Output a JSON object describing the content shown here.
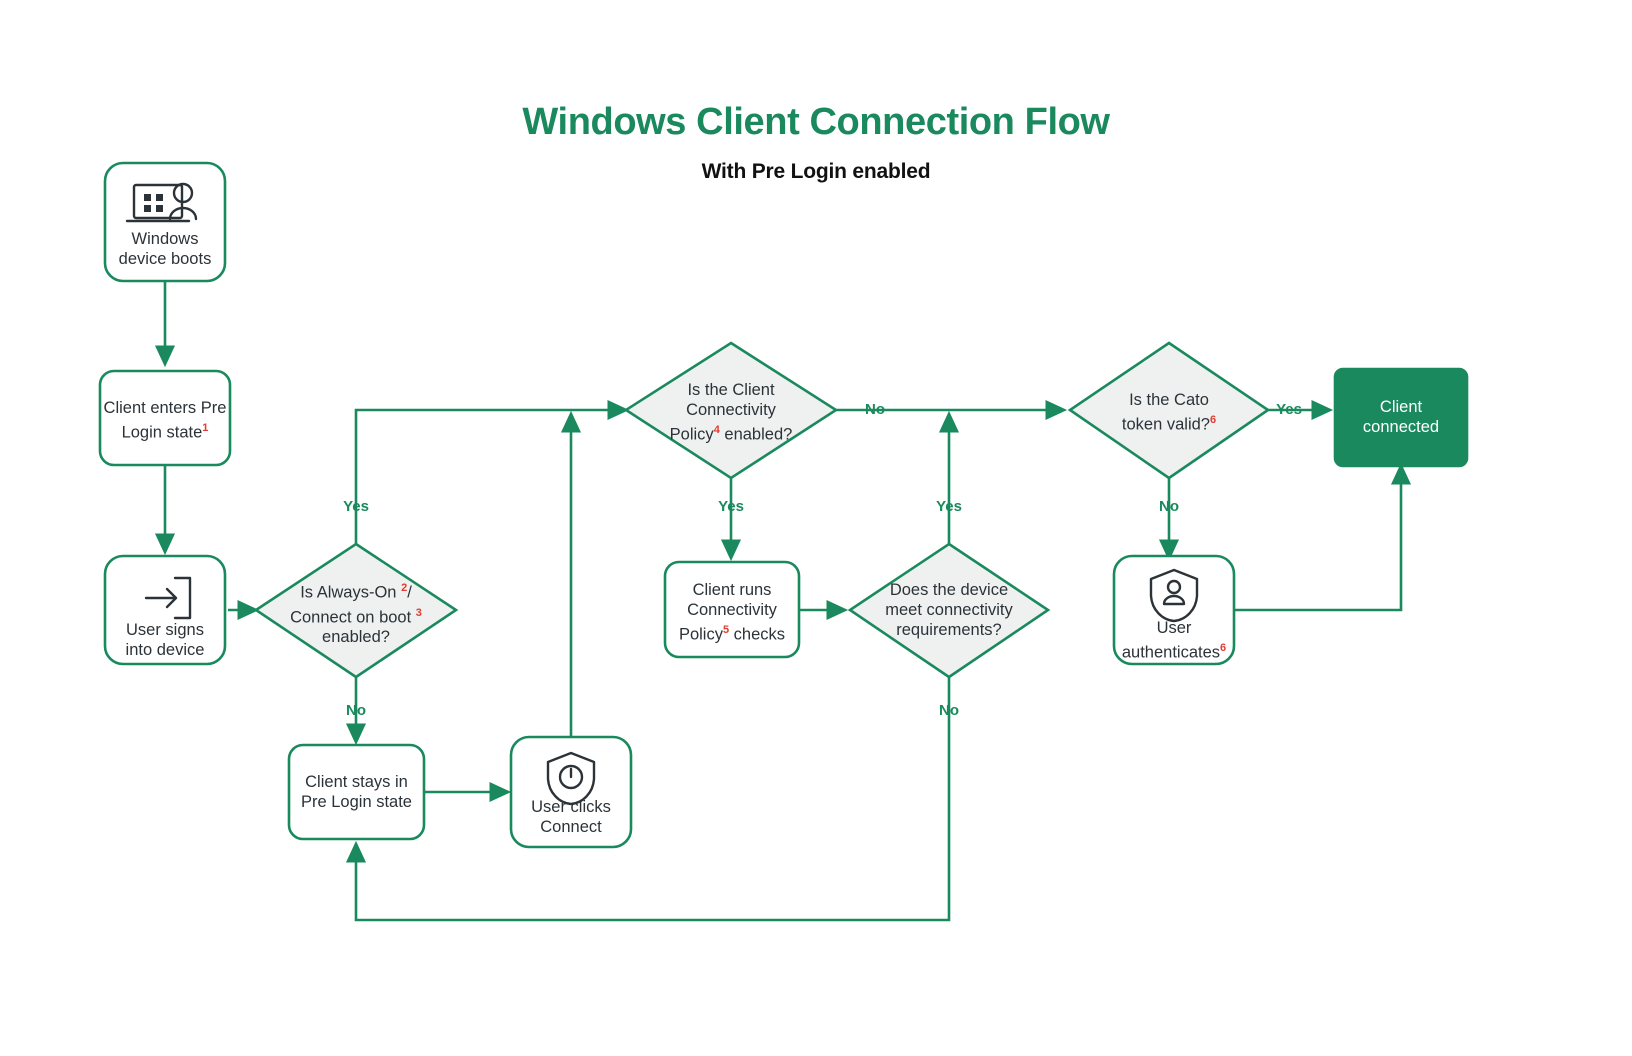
{
  "header": {
    "title": "Windows Client Connection Flow",
    "subtitle": "With Pre Login enabled"
  },
  "colors": {
    "accent_green": "#1a8a5e",
    "node_stroke": "#1a8a5e",
    "decision_fill": "#eef1f0",
    "terminal_fill": "#1a8a5e",
    "text_dark": "#2c3338",
    "superscript_red": "#e03c31"
  },
  "nodes": {
    "windows_boots": {
      "line1": "Windows",
      "line2": "device boots",
      "icon": "laptop-user-icon"
    },
    "pre_login": {
      "line1": "Client enters Pre",
      "line2": "Login state",
      "sup": "1"
    },
    "user_signs_in": {
      "line1": "User signs",
      "line2": "into device",
      "icon": "sign-in-icon"
    },
    "always_on_decision": {
      "line1a": "Is Always-On ",
      "sup1": "2",
      "line1b": "/",
      "line2a": "Connect on boot ",
      "sup2": "3",
      "line3": "enabled?"
    },
    "stays_pre_login": {
      "line1": "Client stays in",
      "line2": "Pre Login state"
    },
    "user_clicks_connect": {
      "line1": "User clicks",
      "line2": "Connect",
      "icon": "shield-power-icon"
    },
    "ccp_decision": {
      "line1": "Is the Client",
      "line2": "Connectivity",
      "line3a": "Policy",
      "sup": "4",
      "line3b": " enabled?"
    },
    "client_runs_checks": {
      "line1": "Client runs",
      "line2": "Connectivity",
      "line3a": "Policy",
      "sup": "5",
      "line3b": " checks"
    },
    "device_meets_decision": {
      "line1": "Does the device",
      "line2": "meet connectivity",
      "line3": "requirements?"
    },
    "cato_token_decision": {
      "line1": "Is the Cato",
      "line2a": "token valid?",
      "sup": "6"
    },
    "user_authenticates": {
      "line1": "User",
      "line2a": "authenticates",
      "sup": "6",
      "icon": "shield-user-icon"
    },
    "client_connected": {
      "line1": "Client",
      "line2": "connected"
    }
  },
  "edges": {
    "always_on_yes": "Yes",
    "always_on_no": "No",
    "ccp_yes": "Yes",
    "ccp_no": "No",
    "device_yes": "Yes",
    "device_no": "No",
    "token_yes": "Yes",
    "token_no": "No"
  }
}
